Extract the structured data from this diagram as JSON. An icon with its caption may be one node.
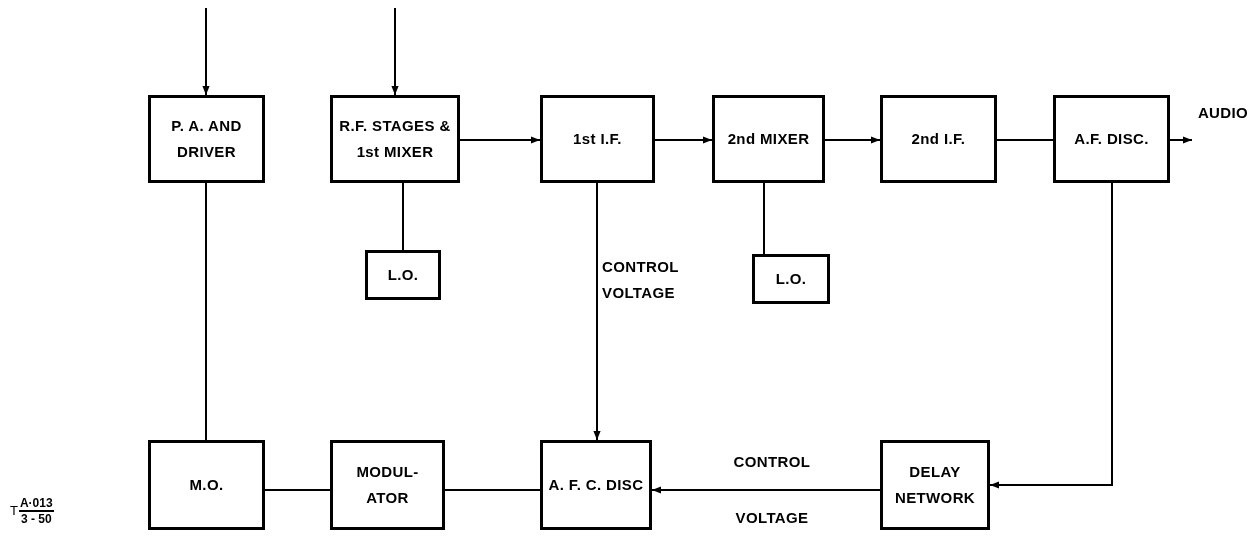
{
  "diagram": {
    "nodes": [
      {
        "text": [
          "P. A. AND DRIVER"
        ]
      },
      {
        "text": [
          "R.F. STAGES & 1st MIXER"
        ]
      },
      {
        "text": [
          "1st I.F."
        ]
      },
      {
        "text": [
          "2nd MIXER"
        ]
      },
      {
        "text": [
          "2nd I.F."
        ]
      },
      {
        "text": [
          "A.F. DISC."
        ]
      },
      {
        "text": [
          "L.O."
        ]
      },
      {
        "text": [
          "L.O."
        ]
      },
      {
        "text": [
          "M.O."
        ]
      },
      {
        "text": [
          "MODUL- ATOR"
        ]
      },
      {
        "text": [
          "A. F. C. DISC"
        ]
      },
      {
        "text": [
          "DELAY NETWORK"
        ]
      },
      {
        "text": [
          "AUDIO"
        ]
      }
    ],
    "edges": [
      {
        "from": null,
        "to": 0,
        "arrow": "to"
      },
      {
        "from": null,
        "to": 1,
        "arrow": "to"
      },
      {
        "from": 1,
        "to": 2,
        "arrow": "to"
      },
      {
        "from": 2,
        "to": 3,
        "arrow": "to"
      },
      {
        "from": 3,
        "to": 4,
        "arrow": "to"
      },
      {
        "from": 4,
        "to": 5,
        "arrow": "none"
      },
      {
        "from": 5,
        "to": 12,
        "arrow": "to"
      },
      {
        "from": 1,
        "to": 6,
        "arrow": "none"
      },
      {
        "from": 3,
        "to": 7,
        "arrow": "none"
      },
      {
        "from": 2,
        "to": 10,
        "arrow": "to",
        "label": "CONTROL VOLTAGE"
      },
      {
        "from": 5,
        "to": 11,
        "arrow": "to"
      },
      {
        "from": 11,
        "to": 10,
        "arrow": "to",
        "label": "CONTROL VOLTAGE"
      },
      {
        "from": 10,
        "to": 9,
        "arrow": "none"
      },
      {
        "from": 9,
        "to": 8,
        "arrow": "none"
      },
      {
        "from": 8,
        "to": 0,
        "arrow": "none"
      }
    ],
    "labels": [
      "T",
      "A·013",
      "3 - 50"
    ]
  }
}
